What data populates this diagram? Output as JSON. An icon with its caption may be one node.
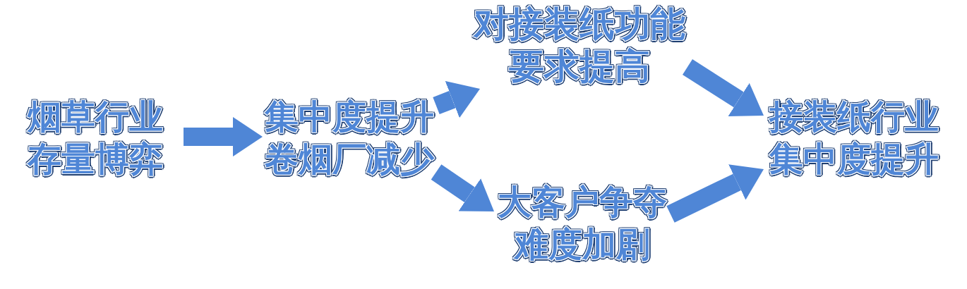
{
  "diagram": {
    "nodes": [
      {
        "text": [
          "烟草行业存量博弈"
        ]
      },
      {
        "text": [
          "集中度提升卷烟厂减少"
        ]
      },
      {
        "text": [
          "对接装纸功能要求提高"
        ]
      },
      {
        "text": [
          "大客户争夺难度加剧"
        ]
      },
      {
        "text": [
          "接装纸行业集中度提升"
        ]
      }
    ],
    "edges": [
      {
        "from": 0,
        "to": 1,
        "arrow": "to"
      },
      {
        "from": 1,
        "to": 2,
        "arrow": "to"
      },
      {
        "from": 1,
        "to": 3,
        "arrow": "to"
      },
      {
        "from": 2,
        "to": 4,
        "arrow": "to"
      },
      {
        "from": 3,
        "to": 4,
        "arrow": "to"
      }
    ]
  }
}
